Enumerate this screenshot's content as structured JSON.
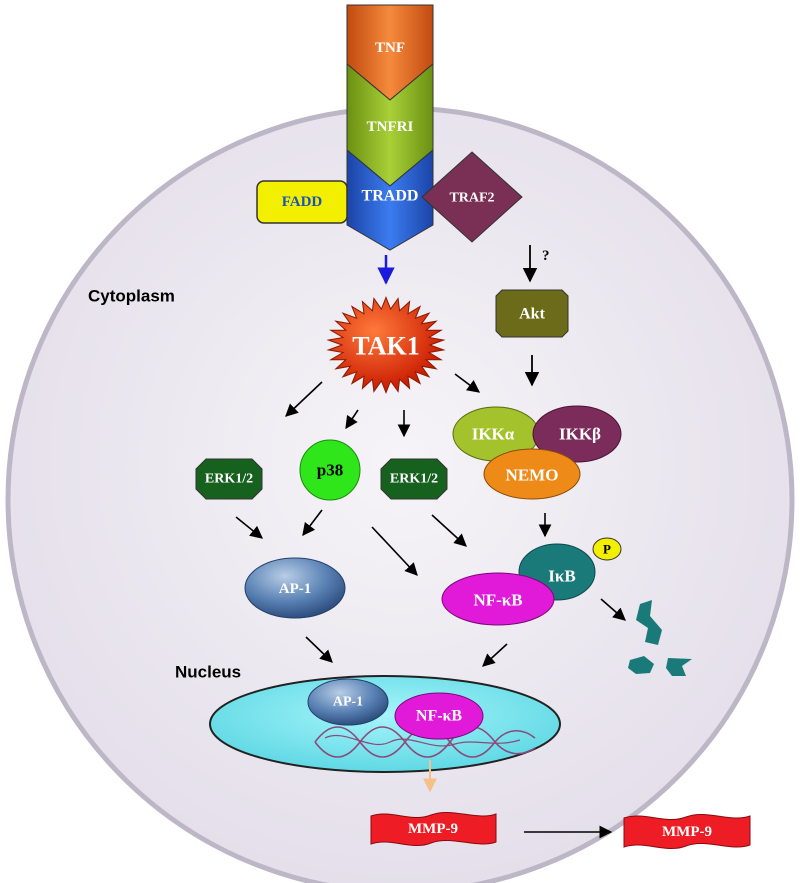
{
  "regions": {
    "cytoplasm": "Cytoplasm",
    "nucleus": "Nucleus"
  },
  "receptor": {
    "ligand": "TNF",
    "receptor": "TNFRI",
    "adaptor": "TRADD"
  },
  "adaptors": {
    "fadd": "FADD",
    "traf2": "TRAF2"
  },
  "kinases": {
    "tak1": "TAK1",
    "akt": "Akt",
    "unknown_mark": "?",
    "erk_left": "ERK1/2",
    "p38": "p38",
    "erk_right": "ERK1/2"
  },
  "ikk_complex": {
    "ikka": "IKKα",
    "ikkb": "IKKβ",
    "nemo": "NEMO"
  },
  "transcription_factors": {
    "ap1": "AP-1",
    "nfkb": "NF-κB",
    "ikb": "IκB",
    "phospho": "P",
    "nuclear_ap1": "AP-1",
    "nuclear_nfkb": "NF-κB"
  },
  "products": {
    "mmp9_gene": "MMP-9",
    "mmp9_secreted": "MMP-9"
  },
  "colors": {
    "cell": "#ebe7f0",
    "tnf": "#f06d1e",
    "tnfri": "#8ab41c",
    "tradd": "#2c61d8",
    "traf2": "#7a2f55",
    "fadd": "#f2f000",
    "fadd_text": "#1b53b5",
    "tak1": "#ee2c0a",
    "akt": "#6b6b1a",
    "erk": "#17611f",
    "p38": "#2ee61a",
    "ikka": "#a3c22c",
    "ikkb": "#7c2c5a",
    "nemo": "#ee8a18",
    "ap1": "#4f77a8",
    "nfkb": "#e11ad9",
    "ikb": "#1a7a7a",
    "nucleus": "#72e6ee",
    "mmp9": "#ee1c24"
  }
}
